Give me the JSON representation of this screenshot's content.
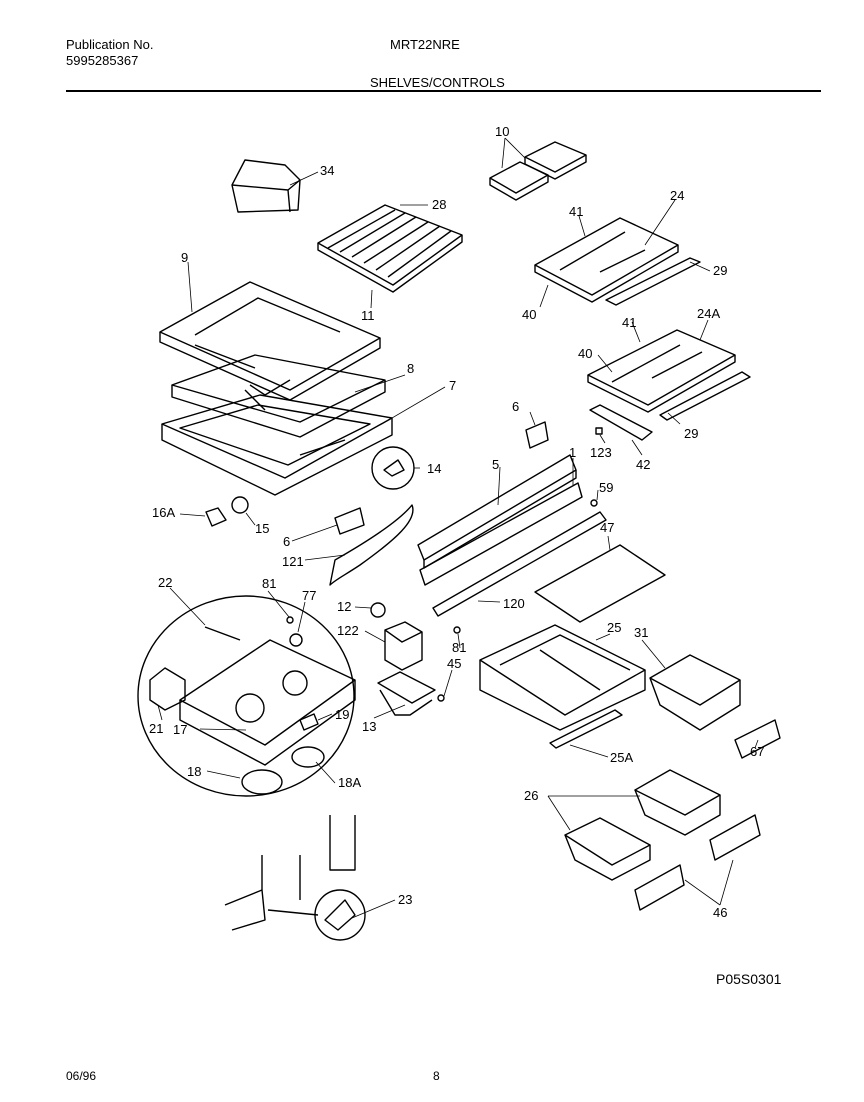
{
  "header": {
    "publication_label": "Publication No.",
    "publication_number": "5995285367",
    "model": "MRT22NRE",
    "section_title": "SHELVES/CONTROLS"
  },
  "part_labels": {
    "p10": "10",
    "p34": "34",
    "p28": "28",
    "p24": "24",
    "p41a": "41",
    "p9": "9",
    "p29a": "29",
    "p40a": "40",
    "p11": "11",
    "p41b": "41",
    "p24A": "24A",
    "p40b": "40",
    "p8": "8",
    "p7": "7",
    "p6a": "6",
    "p29b": "29",
    "p14": "14",
    "p123": "123",
    "p42": "42",
    "p5": "5",
    "p1": "1",
    "p59": "59",
    "p16A": "16A",
    "p15": "15",
    "p47": "47",
    "p6b": "6",
    "p121": "121",
    "p22": "22",
    "p81a": "81",
    "p77": "77",
    "p12": "12",
    "p120": "120",
    "p122": "122",
    "p81b": "81",
    "p25": "25",
    "p31": "31",
    "p45": "45",
    "p19": "19",
    "p21": "21",
    "p17": "17",
    "p13": "13",
    "p25A": "25A",
    "p67": "67",
    "p18": "18",
    "p18A": "18A",
    "p26": "26",
    "p23": "23",
    "p46": "46"
  },
  "drawing_code": "P05S0301",
  "footer": {
    "date": "06/96",
    "page": "8"
  }
}
